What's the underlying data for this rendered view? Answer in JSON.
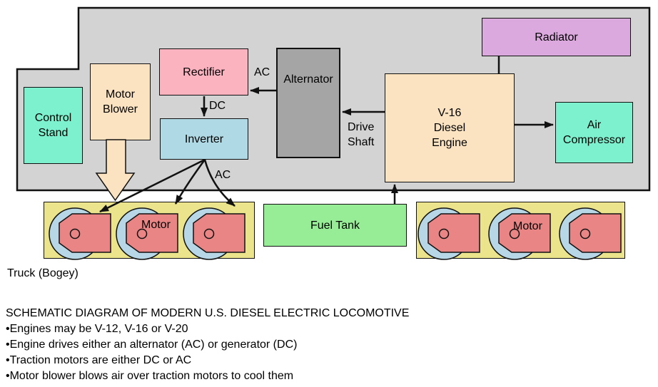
{
  "diagram": {
    "boxes": {
      "control_stand": {
        "label": "Control\nStand",
        "fill": "#7df0cd"
      },
      "motor_blower": {
        "label": "Motor\nBlower",
        "fill": "#fbe3c1"
      },
      "rectifier": {
        "label": "Rectifier",
        "fill": "#fbb3c0"
      },
      "inverter": {
        "label": "Inverter",
        "fill": "#afd9e4"
      },
      "alternator": {
        "label": "Alternator",
        "fill": "#a5a5a5"
      },
      "engine": {
        "label": "V-16\nDiesel\nEngine",
        "fill": "#fbe3c1"
      },
      "radiator": {
        "label": "Radiator",
        "fill": "#dba9de"
      },
      "air_compressor": {
        "label": "Air\nCompressor",
        "fill": "#7df0cd"
      },
      "fuel_tank": {
        "label": "Fuel Tank",
        "fill": "#96ed96"
      }
    },
    "labels": {
      "ac_rectifier": "AC",
      "dc": "DC",
      "ac_inverter": "AC",
      "drive_shaft": "Drive\nShaft",
      "motor_left": "Motor",
      "motor_right": "Motor",
      "truck_bogey": "Truck (Bogey)"
    },
    "colors": {
      "body_gray": "#d3d3d3",
      "truck_yellow": "#ebe48d",
      "motor_red": "#ea8585",
      "wheel_blue": "#b7d7e6",
      "blower_arrow_cream": "#fbe3c1",
      "line_black": "#111111"
    }
  },
  "caption": {
    "title": "SCHEMATIC DIAGRAM OF MODERN U.S. DIESEL ELECTRIC LOCOMOTIVE",
    "bullets": [
      "•Engines may be V-12, V-16 or V-20",
      "•Engine drives either an alternator (AC) or generator (DC)",
      "•Traction motors are either DC or AC",
      "•Motor blower blows air over traction motors to cool them"
    ]
  }
}
